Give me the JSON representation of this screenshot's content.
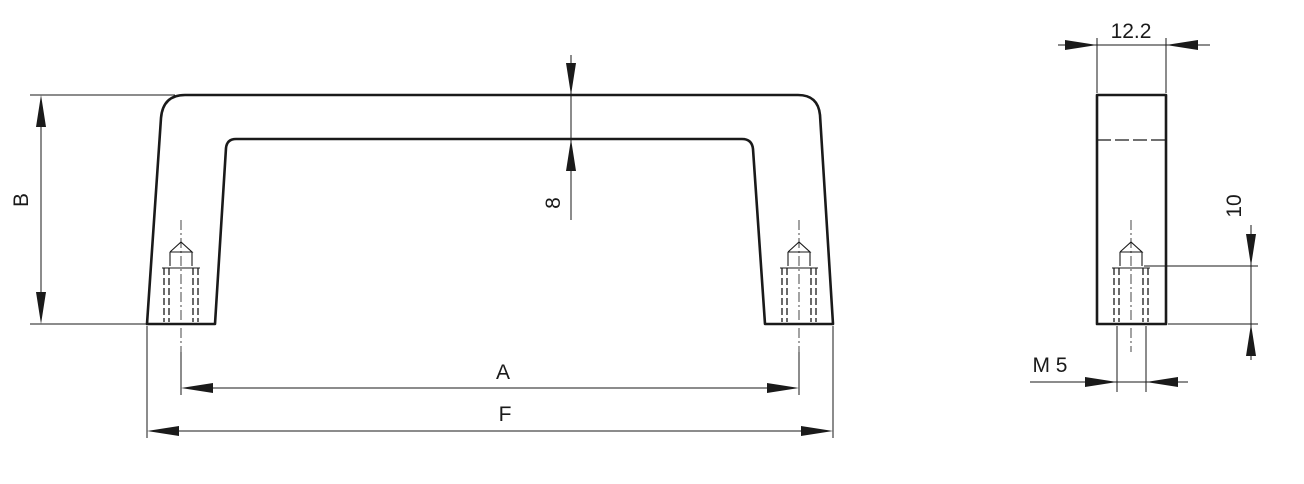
{
  "front_view": {
    "label_b": "B",
    "label_8": "8",
    "label_a": "A",
    "label_f": "F"
  },
  "side_view": {
    "label_width": "12.2",
    "label_10": "10",
    "label_thread": "M 5"
  }
}
